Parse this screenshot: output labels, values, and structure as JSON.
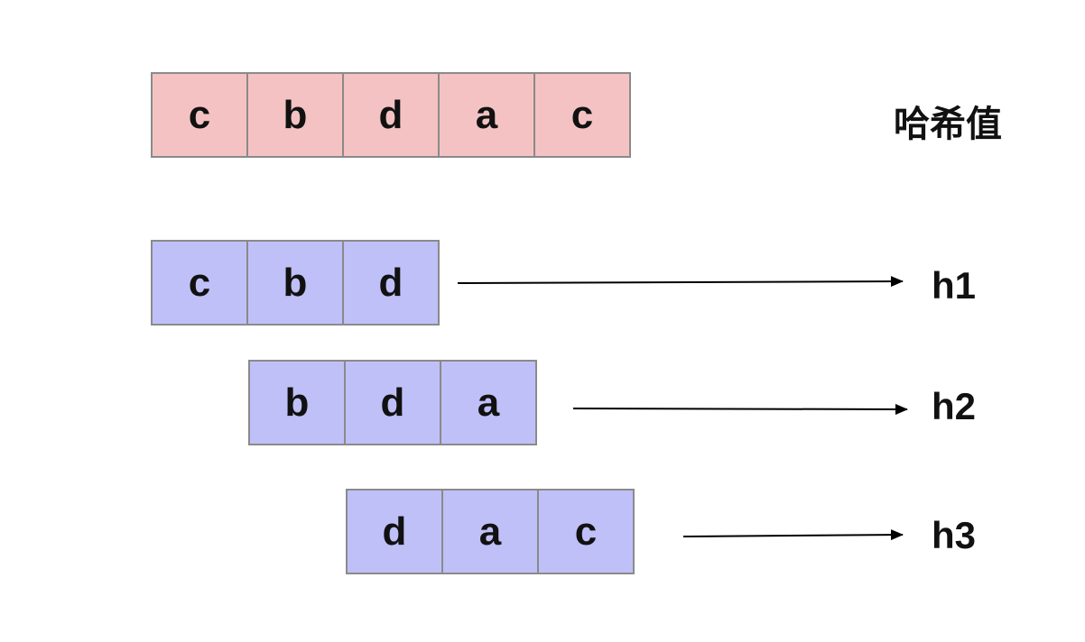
{
  "main_string": {
    "chars": [
      "c",
      "b",
      "d",
      "a",
      "c"
    ],
    "color": "#f4c2c2"
  },
  "windows": [
    {
      "chars": [
        "c",
        "b",
        "d"
      ],
      "hash": "h1"
    },
    {
      "chars": [
        "b",
        "d",
        "a"
      ],
      "hash": "h2"
    },
    {
      "chars": [
        "d",
        "a",
        "c"
      ],
      "hash": "h3"
    }
  ],
  "window_color": "#c0c0f8",
  "hash_title": "哈希值"
}
